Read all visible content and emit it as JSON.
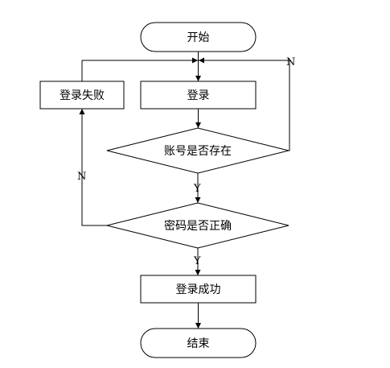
{
  "diagram": {
    "nodes": {
      "start": "开始",
      "login": "登录",
      "login_failed": "登录失败",
      "account_exists": "账号是否存在",
      "password_correct": "密码是否正确",
      "login_success": "登录成功",
      "end": "结束"
    },
    "edges": {
      "account_no": "N",
      "account_yes": "Y",
      "password_no": "N",
      "password_yes": "Y"
    }
  },
  "colors": {
    "stroke": "#000000",
    "fill": "#ffffff",
    "text": "#000000"
  }
}
